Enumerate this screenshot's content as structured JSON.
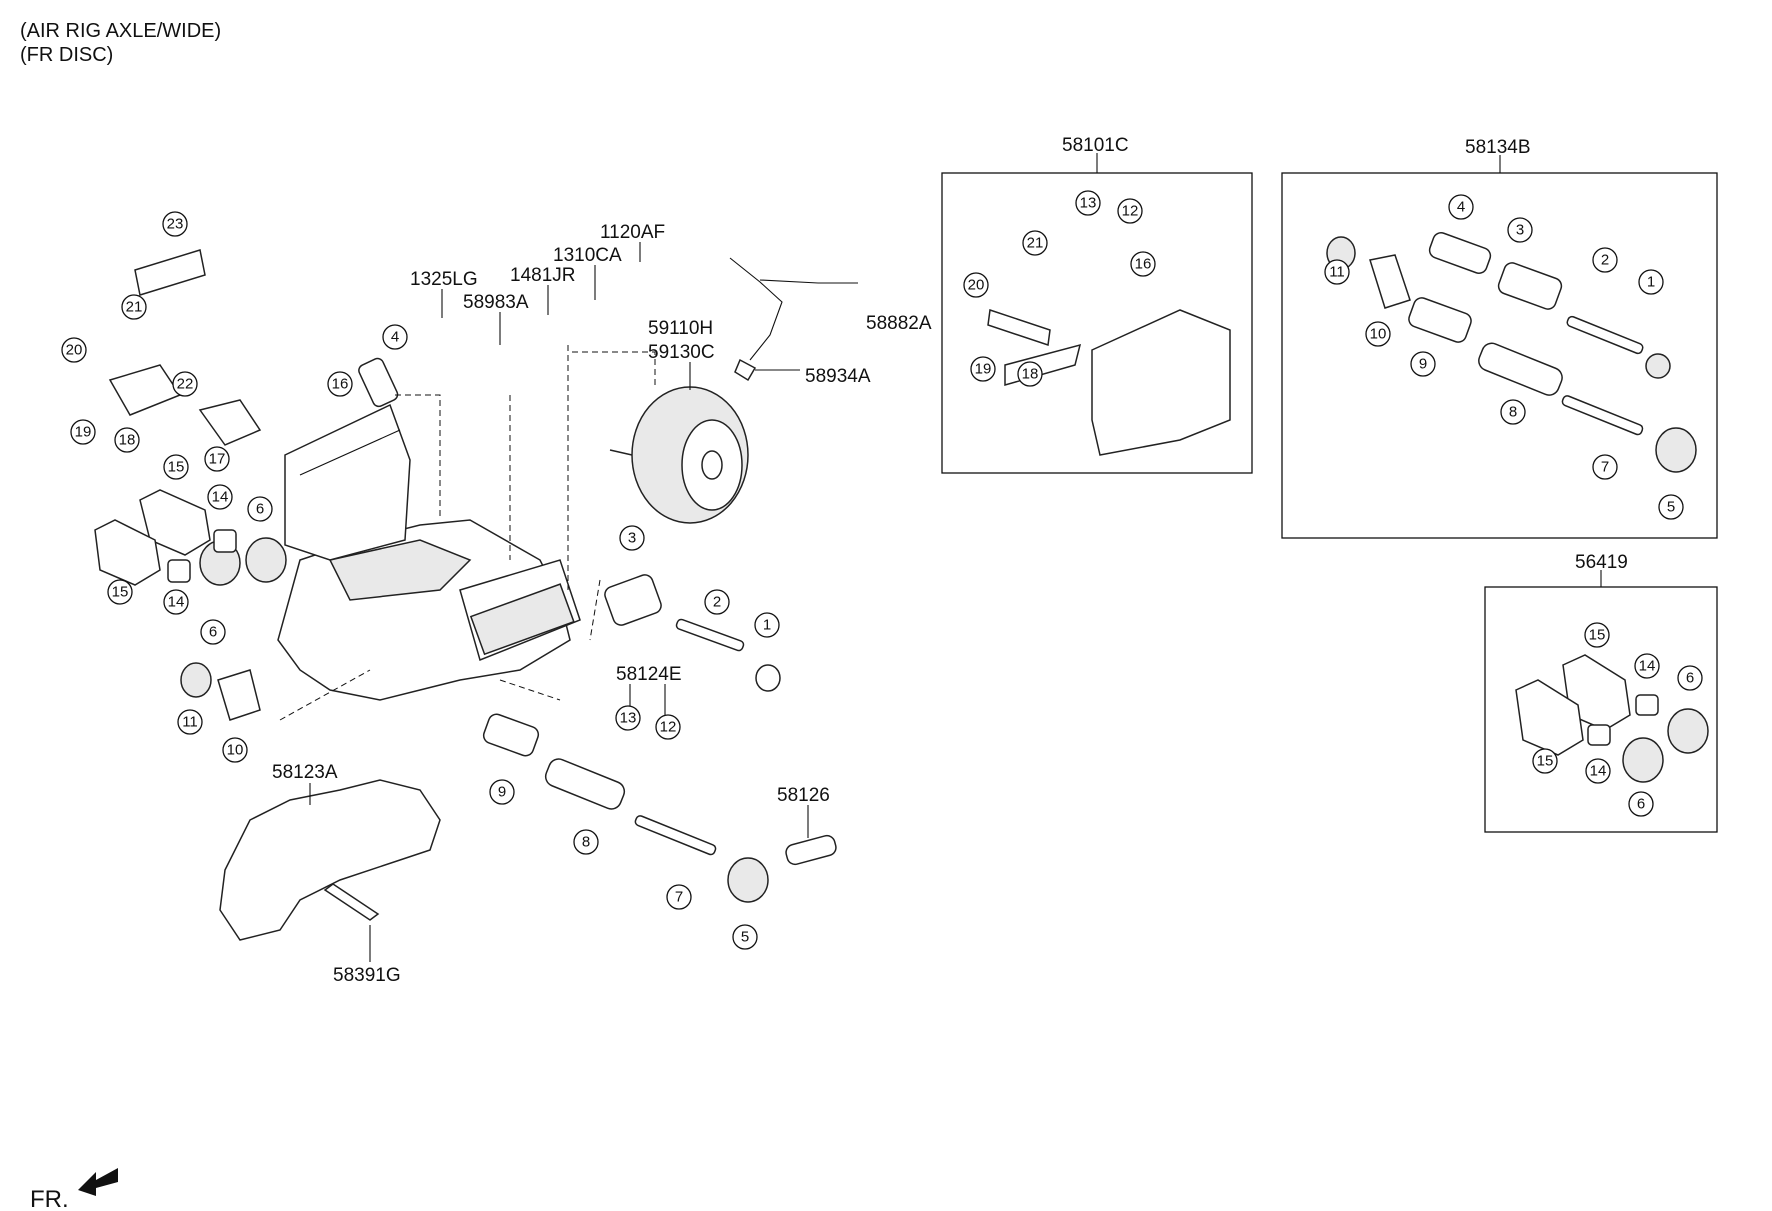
{
  "header": {
    "line1": "(AIR RIG AXLE/WIDE)",
    "line2": "(FR DISC)"
  },
  "direction_label": "FR.",
  "part_labels": {
    "p1120AF": "1120AF",
    "p1310CA": "1310CA",
    "p1325LG": "1325LG",
    "p1481JR": "1481JR",
    "p58983A": "58983A",
    "p59110H": "59110H",
    "p59130C": "59130C",
    "p58882A": "58882A",
    "p58934A": "58934A",
    "p58124E": "58124E",
    "p58123A": "58123A",
    "p58391G": "58391G",
    "p58126": "58126"
  },
  "kits": {
    "k58101C": "58101C",
    "k58134B": "58134B",
    "k56419": "56419"
  },
  "callouts": {
    "n1": "1",
    "n2": "2",
    "n3": "3",
    "n4": "4",
    "n5": "5",
    "n6": "6",
    "n7": "7",
    "n8": "8",
    "n9": "9",
    "n10": "10",
    "n11": "11",
    "n12": "12",
    "n13": "13",
    "n14": "14",
    "n15": "15",
    "n16": "16",
    "n17": "17",
    "n18": "18",
    "n19": "19",
    "n20": "20",
    "n21": "21",
    "n22": "22",
    "n23": "23"
  }
}
